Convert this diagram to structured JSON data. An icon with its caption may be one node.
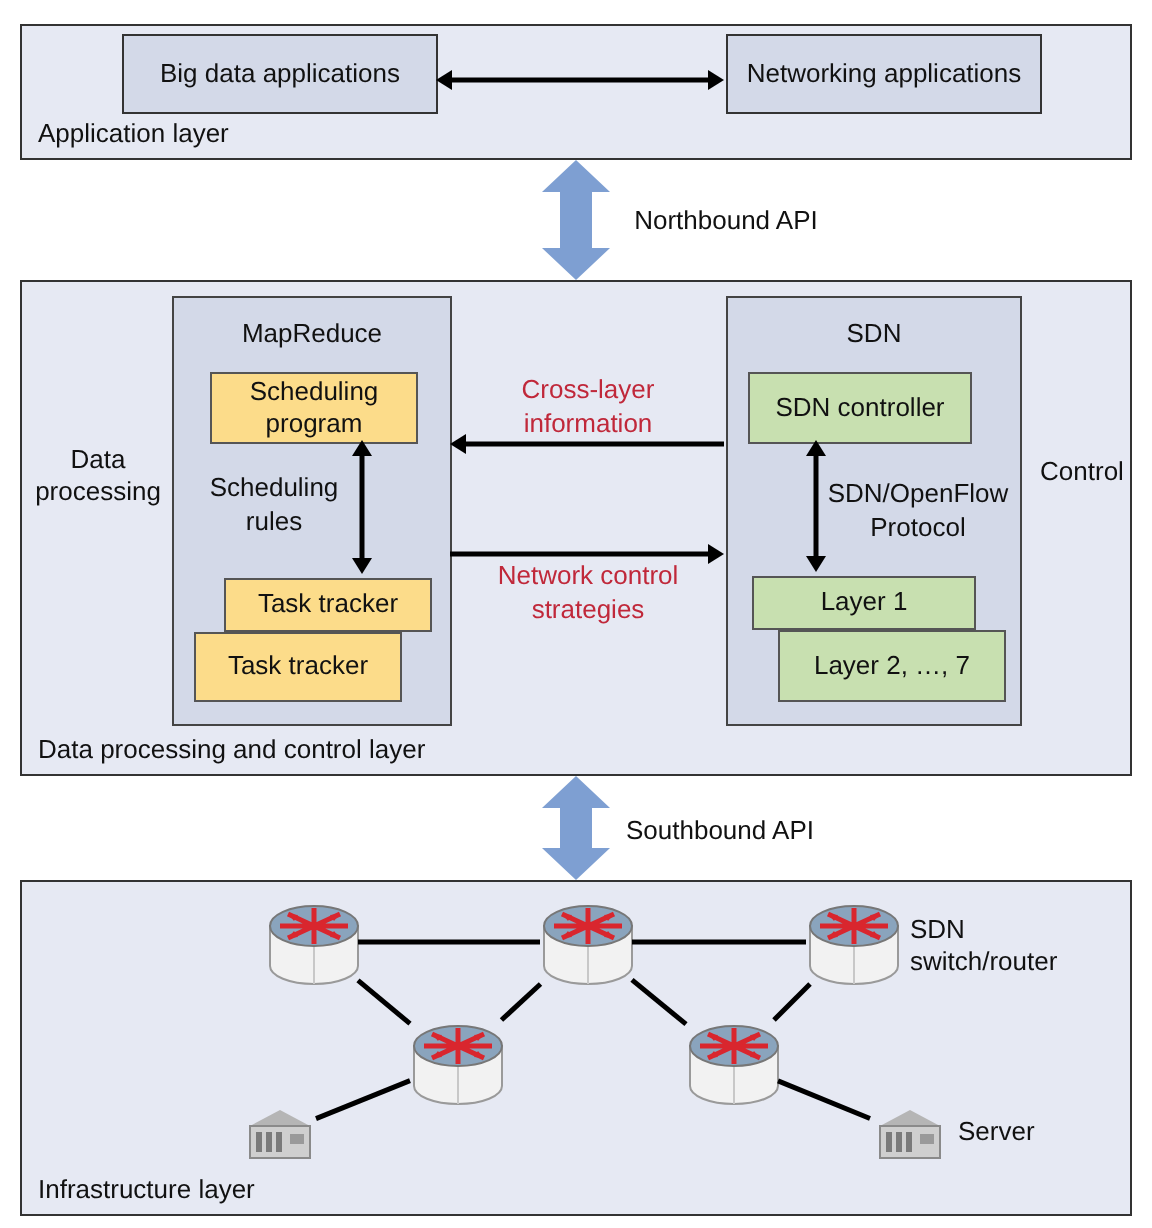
{
  "diagram": {
    "nodes": [
      {
        "text": [
          "Application layer"
        ]
      },
      {
        "text": [
          "Big data applications"
        ],
        "in": 0
      },
      {
        "text": [
          "Networking applications"
        ],
        "in": 0
      },
      {
        "text": [
          "Data processing and control layer"
        ]
      },
      {
        "text": [
          "MapReduce"
        ],
        "in": 3
      },
      {
        "text": [
          "Scheduling program"
        ],
        "in": 4
      },
      {
        "text": [
          "Task tracker"
        ],
        "in": 4
      },
      {
        "text": [
          "Task tracker"
        ],
        "in": 4
      },
      {
        "text": [
          "SDN"
        ],
        "in": 3
      },
      {
        "text": [
          "SDN controller"
        ],
        "in": 8
      },
      {
        "text": [
          "Layer 1"
        ],
        "in": 8
      },
      {
        "text": [
          "Layer 2, …, 7"
        ],
        "in": 8
      },
      {
        "text": [
          "Infrastructure layer"
        ]
      },
      {
        "text": [],
        "shape": "picture",
        "in": 12
      },
      {
        "text": [],
        "shape": "picture",
        "in": 12
      },
      {
        "text": [],
        "shape": "picture",
        "in": 12,
        "beside": [
          "SDN switch/router"
        ]
      },
      {
        "text": [],
        "shape": "picture",
        "in": 12
      },
      {
        "text": [],
        "shape": "picture",
        "in": 12
      },
      {
        "text": [],
        "shape": "picture",
        "in": 12
      },
      {
        "text": [],
        "shape": "picture",
        "in": 12,
        "beside": [
          "Server"
        ]
      }
    ],
    "edges": [
      {
        "from": 1,
        "to": 2,
        "arrow": "both"
      },
      {
        "from": 0,
        "to": 3,
        "arrow": "both",
        "style": "thick",
        "color": "#7e9fd2",
        "label": "Northbound API"
      },
      {
        "from": 3,
        "to": 12,
        "arrow": "both",
        "style": "thick",
        "color": "#7e9fd2",
        "label": "Southbound API"
      },
      {
        "from": 5,
        "to": 6,
        "arrow": "both",
        "label": "Scheduling rules"
      },
      {
        "from": 8,
        "to": 4,
        "arrow": "to",
        "label": "Cross-layer information"
      },
      {
        "from": 4,
        "to": 8,
        "arrow": "to",
        "label": "Network control strategies"
      },
      {
        "from": 9,
        "to": 10,
        "arrow": "both",
        "label": "SDN/OpenFlow Protocol"
      },
      {
        "from": 13,
        "to": 14,
        "arrow": "none"
      },
      {
        "from": 14,
        "to": 15,
        "arrow": "none"
      },
      {
        "from": 13,
        "to": 16,
        "arrow": "none"
      },
      {
        "from": 16,
        "to": 14,
        "arrow": "none"
      },
      {
        "from": 14,
        "to": 17,
        "arrow": "none"
      },
      {
        "from": 17,
        "to": 15,
        "arrow": "none"
      },
      {
        "from": 16,
        "to": 18,
        "arrow": "none"
      },
      {
        "from": 17,
        "to": 19,
        "arrow": "none"
      }
    ],
    "labels": [
      "Data processing",
      "Control"
    ]
  }
}
